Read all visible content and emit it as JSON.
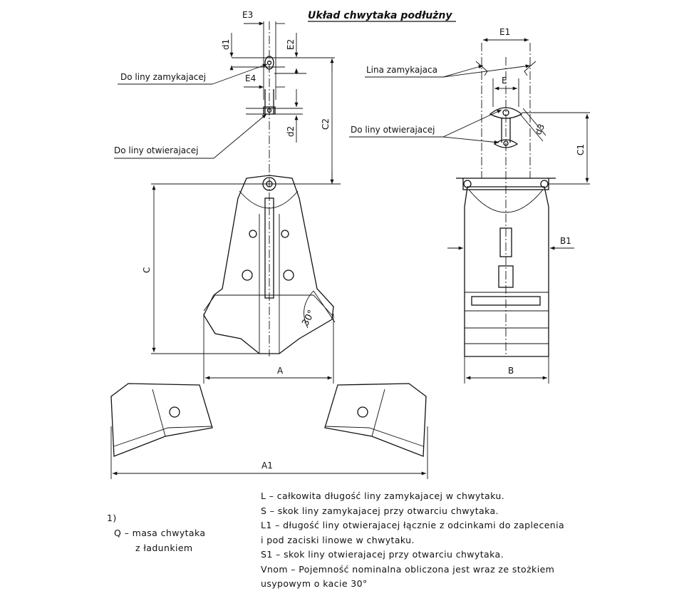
{
  "title": "Układ chwytaka podłużny",
  "left_view": {
    "labels": {
      "e3": "E3",
      "e2": "E2",
      "e4": "E4",
      "d1": "d1",
      "d2": "d2",
      "c2": "C2",
      "c": "C",
      "a": "A",
      "a1": "A1",
      "angle": "30°"
    },
    "callouts": {
      "closing": "Do liny zamykajacej",
      "opening": "Do liny otwierajacej"
    }
  },
  "right_view": {
    "labels": {
      "e1": "E1",
      "e": "E",
      "d3": "d3",
      "c1": "C1",
      "b1": "B1",
      "b": "B"
    },
    "callouts": {
      "closing": "Lina zamykajaca",
      "opening": "Do liny otwierajacej"
    }
  },
  "footnote": {
    "marker": "1)",
    "line1": "Q – masa chwytaka",
    "line2": "z ładunkiem"
  },
  "notes": [
    "L – całkowita długość liny zamykajacej w chwytaku.",
    "S – skok liny zamykajacej przy otwarciu chwytaka.",
    "L1 – długość liny otwierajacej łącznie z odcinkami do zaplecenia",
    "i pod zaciski linowe w chwytaku.",
    "S1 – skok liny otwierajacej przy otwarciu chwytaka.",
    "Vnom – Pojemność nominalna obliczona jest wraz ze stożkiem",
    "usypowym o kacie 30°"
  ]
}
